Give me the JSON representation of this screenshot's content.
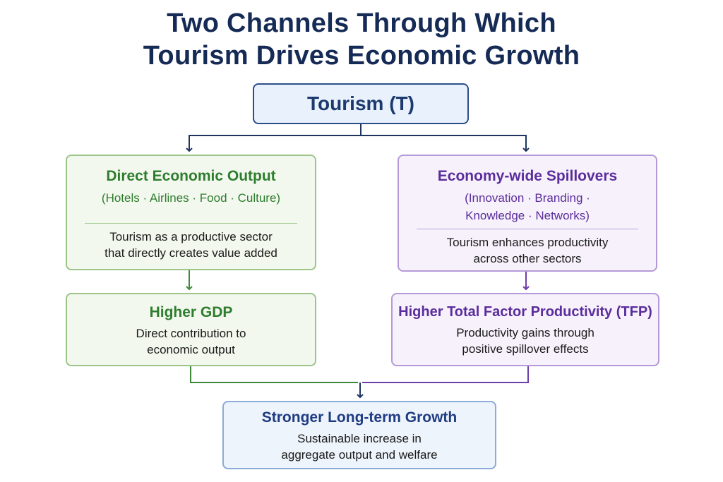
{
  "title": {
    "line1": "Two Channels Through Which",
    "line2": "Tourism Drives Economic Growth"
  },
  "root": {
    "label": "Tourism (T)"
  },
  "direct_output": {
    "heading": "Direct Economic Output",
    "examples": "(Hotels · Airlines · Food · Culture)",
    "desc_line1": "Tourism as a productive sector",
    "desc_line2": "that directly creates value added"
  },
  "spillovers": {
    "heading": "Economy-wide Spillovers",
    "examples_line1": "(Innovation · Branding ·",
    "examples_line2": "Knowledge · Networks)",
    "desc_line1": "Tourism enhances productivity",
    "desc_line2": "across other sectors"
  },
  "gdp": {
    "heading": "Higher GDP",
    "desc_line1": "Direct contribution to",
    "desc_line2": "economic output"
  },
  "tfp": {
    "heading": "Higher Total Factor Productivity (TFP)",
    "desc_line1": "Productivity gains through",
    "desc_line2": "positive spillover effects"
  },
  "outcome": {
    "heading": "Stronger Long-term Growth",
    "desc_line1": "Sustainable increase in",
    "desc_line2": "aggregate output and welfare"
  },
  "colors": {
    "navy": "#1c3a6e",
    "green": "#2e7d2e",
    "purple": "#5b2d9c"
  }
}
